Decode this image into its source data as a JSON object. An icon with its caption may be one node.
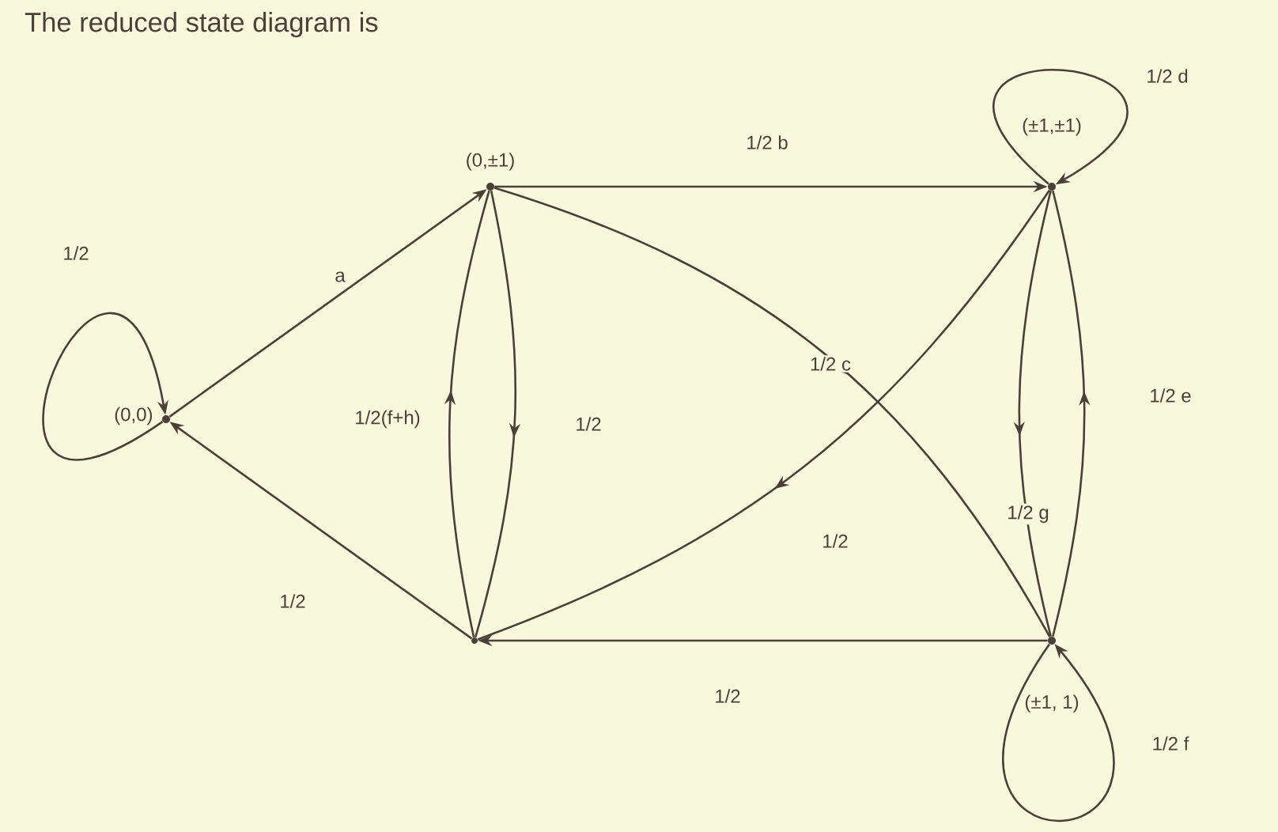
{
  "diagram": {
    "title": "The reduced state diagram is",
    "nodes": [
      {
        "text": [
          "(0,0)"
        ]
      },
      {
        "text": [
          "(0,±1)"
        ]
      },
      {
        "text": [
          "(±1,±1)"
        ]
      },
      {
        "text": [
          "(±1, 1)"
        ]
      },
      {
        "text": [],
        "shape": "circle"
      }
    ],
    "edges": [
      {
        "from": 0,
        "to": 1,
        "arrow": "to",
        "label": "a"
      },
      {
        "from": 0,
        "to": 0,
        "arrow": "to",
        "label": "1/2"
      },
      {
        "from": 1,
        "to": 2,
        "arrow": "to",
        "label": "1/2 b"
      },
      {
        "from": 1,
        "to": 3,
        "arrow": "to",
        "label": "1/2 c"
      },
      {
        "from": 1,
        "to": 4,
        "arrow": "to",
        "label": "1/2"
      },
      {
        "from": 4,
        "to": 1,
        "arrow": "to",
        "label": "1/2(f+h)"
      },
      {
        "from": 4,
        "to": 0,
        "arrow": "to",
        "label": "1/2"
      },
      {
        "from": 3,
        "to": 4,
        "arrow": "to",
        "label": "1/2"
      },
      {
        "from": 2,
        "to": 4,
        "arrow": "to",
        "label": "1/2"
      },
      {
        "from": 2,
        "to": 2,
        "arrow": "to",
        "label": "1/2 d"
      },
      {
        "from": 2,
        "to": 3,
        "arrow": "to",
        "label": "1/2 g"
      },
      {
        "from": 3,
        "to": 2,
        "arrow": "to",
        "label": "1/2 e"
      },
      {
        "from": 3,
        "to": 3,
        "arrow": "to",
        "label": "1/2 f"
      }
    ]
  }
}
